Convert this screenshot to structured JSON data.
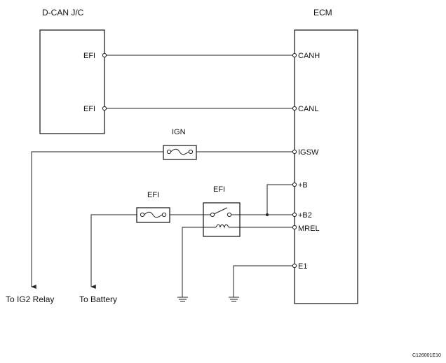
{
  "dcan": {
    "title": "D-CAN J/C",
    "pin1": "EFI",
    "pin2": "EFI"
  },
  "ecm": {
    "title": "ECM",
    "pins": {
      "canh": "CANH",
      "canl": "CANL",
      "igsw": "IGSW",
      "b": "+B",
      "b2": "+B2",
      "mrel": "MREL",
      "e1": "E1"
    }
  },
  "fuses": {
    "ign": "IGN",
    "efi": "EFI"
  },
  "relay": {
    "label": "EFI"
  },
  "destinations": {
    "ig2": "To IG2 Relay",
    "battery": "To Battery"
  },
  "figure_code": "C126001E10"
}
